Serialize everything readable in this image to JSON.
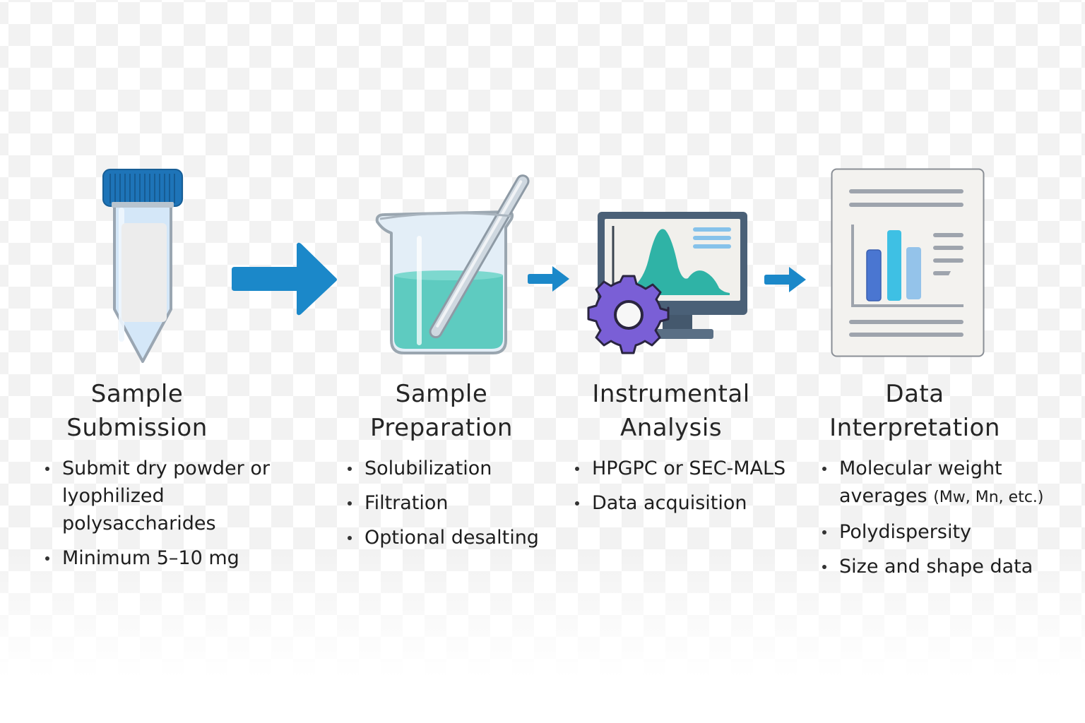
{
  "diagram": {
    "type": "process-flow",
    "colors": {
      "arrow": "#1b88c9",
      "tube_cap": "#1e74b8",
      "liquid": "#5ecbc0",
      "gear": "#7a5fd6",
      "monitor_frame": "#4a6077",
      "chart_fill": "#2fb3a6",
      "bar_dark": "#4a76d1",
      "bar_mid": "#3ec0e4",
      "bar_light": "#94c3ea"
    },
    "steps": [
      {
        "icon": "centrifuge-tube-icon",
        "title_line1": "Sample",
        "title_line2": "Submission",
        "bullets": [
          "Submit dry powder or lyophilized polysaccharides",
          "Minimum 5–10 mg"
        ]
      },
      {
        "icon": "beaker-icon",
        "title_line1": "Sample",
        "title_line2": "Preparation",
        "bullets": [
          "Solubilization",
          "Filtration",
          "Optional desalting"
        ]
      },
      {
        "icon": "monitor-gear-icon",
        "title_line1": "Instrumental",
        "title_line2": "Analysis",
        "bullets": [
          "HPGPC or SEC-MALS",
          "Data acquisition"
        ]
      },
      {
        "icon": "report-chart-icon",
        "title_line1": "Data",
        "title_line2": "Interpretation",
        "bullets": [
          "Molecular weight",
          "averages",
          "(Mw, Mn, etc.)",
          "Polydispersity",
          "Size and shape data"
        ]
      }
    ],
    "connectors": [
      "arrow-right-large",
      "arrow-right-small",
      "arrow-right-small"
    ]
  }
}
